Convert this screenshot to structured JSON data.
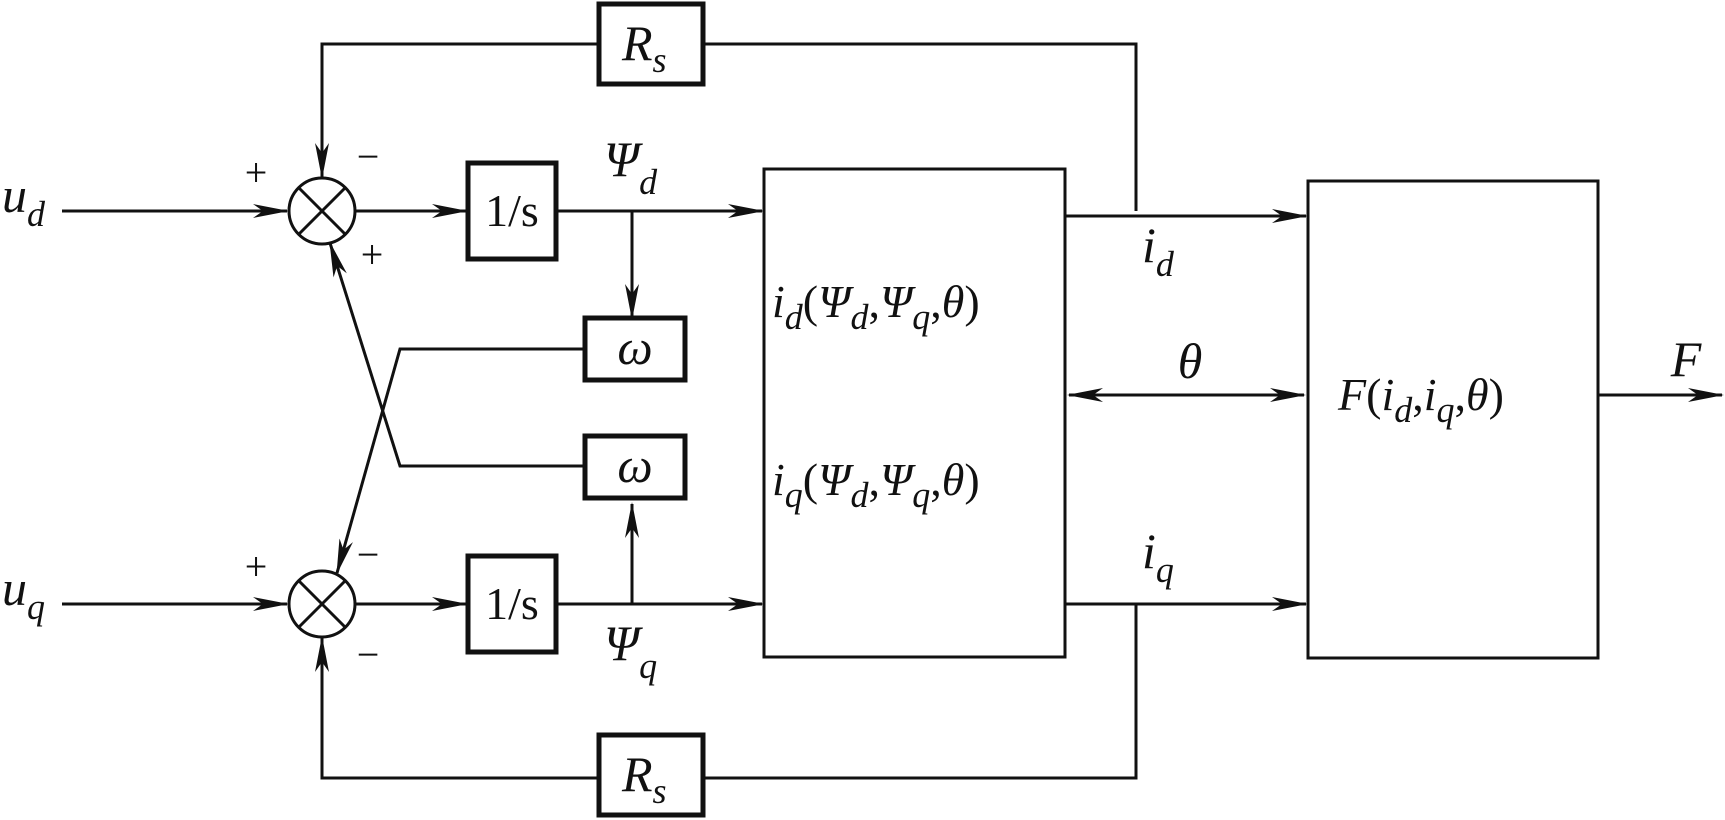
{
  "inputs": {
    "u_d": {
      "base": "u",
      "sub": "d"
    },
    "u_q": {
      "base": "u",
      "sub": "q"
    }
  },
  "blocks": {
    "rs_top": {
      "base": "R",
      "sub": "s"
    },
    "rs_bottom": {
      "base": "R",
      "sub": "s"
    },
    "integrator_d": "1/s",
    "integrator_q": "1/s",
    "omega_top": "ω",
    "omega_bottom": "ω",
    "flux_to_current": {
      "line1": {
        "i": "i",
        "isub": "d",
        "open": "(",
        "psi1": "Ψ",
        "psi1sub": "d",
        "comma1": ",",
        "psi2": "Ψ",
        "psi2sub": "q",
        "comma2": ",",
        "theta": "θ",
        "close": ")"
      },
      "line2": {
        "i": "i",
        "isub": "q",
        "open": "(",
        "psi1": "Ψ",
        "psi1sub": "d",
        "comma1": ",",
        "psi2": "Ψ",
        "psi2sub": "q",
        "comma2": ",",
        "theta": "θ",
        "close": ")"
      }
    },
    "force": {
      "F": "F",
      "open": "(",
      "i1": "i",
      "i1sub": "d",
      "comma1": ",",
      "i2": "i",
      "i2sub": "q",
      "comma2": ",",
      "theta": "θ",
      "close": ")"
    }
  },
  "signals": {
    "psi_d": {
      "base": "Ψ",
      "sub": "d"
    },
    "psi_q": {
      "base": "Ψ",
      "sub": "q"
    },
    "i_d": {
      "base": "i",
      "sub": "d"
    },
    "i_q": {
      "base": "i",
      "sub": "q"
    },
    "theta": "θ",
    "F": "F"
  },
  "signs": {
    "sum_d_left": "+",
    "sum_d_top": "−",
    "sum_d_bottom": "+",
    "sum_q_left": "+",
    "sum_q_top": "−",
    "sum_q_bottom": "−"
  }
}
